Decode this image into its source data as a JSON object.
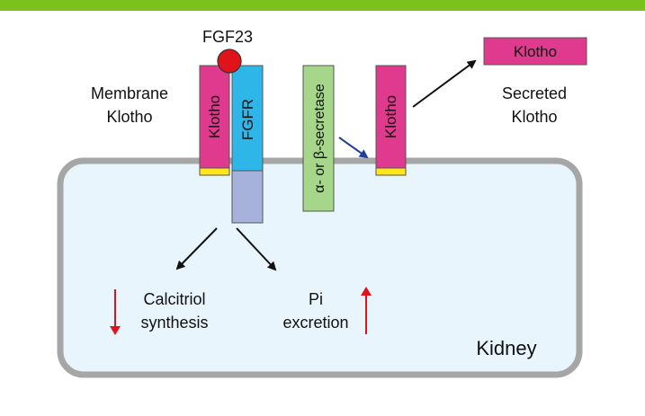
{
  "colors": {
    "top_bar": "#7dc11e",
    "cell_fill": "#e8f5fc",
    "cell_border": "#a6a6a6",
    "klotho": "#e03a8f",
    "fgfr": "#2fb6e8",
    "fgfr_intracellular": "#a7b2dc",
    "anchor": "#ffe51a",
    "secretase": "#a6d68a",
    "fgf23": "#e0131b",
    "up_down_arrows": "#e0131b",
    "cleavage_arrow": "#1f3f99",
    "pathway_arrows": "#111111"
  },
  "labels": {
    "fgf23": "FGF23",
    "membrane_klotho_line1": "Membrane",
    "membrane_klotho_line2": "Klotho",
    "klotho_membrane": "Klotho",
    "fgfr": "FGFR",
    "secretase": "α- or β-secretase",
    "klotho_cleaved": "Klotho",
    "klotho_secreted_box": "Klotho",
    "secreted_klotho_line1": "Secreted",
    "secreted_klotho_line2": "Klotho",
    "calcitriol_line1": "Calcitriol",
    "calcitriol_line2": "synthesis",
    "pi_line1": "Pi",
    "pi_line2": "excretion",
    "kidney": "Kidney"
  },
  "regulation": {
    "calcitriol_synthesis": "down",
    "pi_excretion": "up"
  }
}
